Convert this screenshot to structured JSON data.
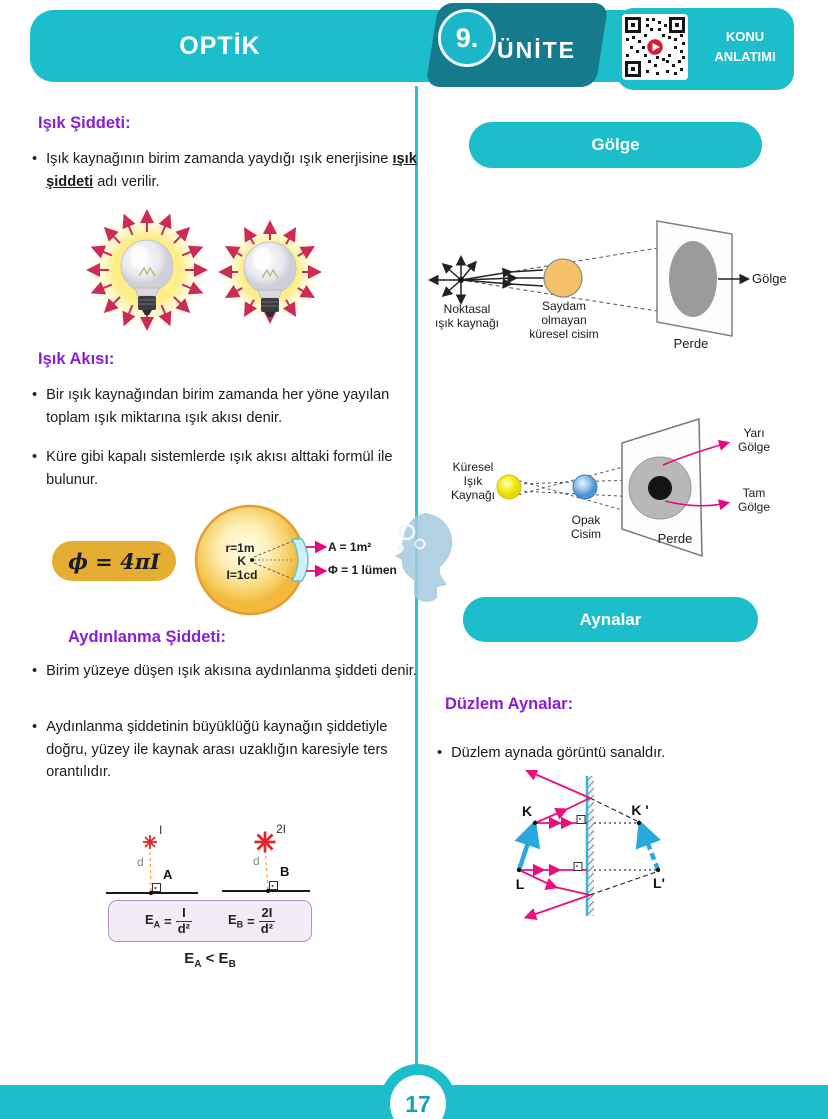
{
  "header": {
    "title": "OPTİK",
    "unit_number": "9.",
    "unit_word": "ÜNİTE",
    "qr_caption": "KONU\nANLATIMI"
  },
  "left": {
    "intensity": {
      "heading": "Işık Şiddeti:",
      "b1_pre": "Işık kaynağının birim zamanda yaydığı ışık enerjisine ",
      "b1_term": "ışık şiddeti",
      "b1_post": " adı verilir."
    },
    "flux": {
      "heading": "Işık Akısı:",
      "b1": "Bir ışık kaynağından birim zamanda her yöne yayılan toplam ışık miktarına ışık akısı denir.",
      "b2": "Küre gibi kapalı sistemlerde ışık akısı alttaki formül ile bulunur.",
      "formula": "ϕ = 4πI"
    },
    "sphere": {
      "r": "r=1m",
      "k": "K",
      "i": "I=1cd",
      "area": "A = 1m²",
      "lumen": "Φ = 1 lümen"
    },
    "illum": {
      "heading": "Aydınlanma Şiddeti:",
      "b1": "Birim yüzeye düşen ışık akısına aydınlanma şiddeti denir.",
      "b2": "Aydınlanma şiddetinin büyüklüğü kaynağın şiddetiyle doğru, yüzey ile kaynak arası uzaklığın karesiyle ters orantılıdır."
    },
    "exp": {
      "i1": "I",
      "i2": "2I",
      "d1": "d",
      "d2": "d",
      "a": "A",
      "b": "B",
      "ea_sym": "E",
      "ea_sub": "A",
      "eq1": "=",
      "ea_num": "I",
      "ea_den": "d²",
      "eb_sym": "E",
      "eb_sub": "B",
      "eq2": "=",
      "eb_num": "2I",
      "eb_den": "d²",
      "cmp_l_sym": "E",
      "cmp_l_sub": "A",
      "cmp_op": "<",
      "cmp_r_sym": "E",
      "cmp_r_sub": "B"
    }
  },
  "right": {
    "shadow_pill": "Gölge",
    "s1": {
      "source": "Noktasal\nışık kaynağı",
      "object": "Saydam\nolmayan\nküresel cisim",
      "screen": "Perde",
      "shadow": "Gölge"
    },
    "s2": {
      "source": "Küresel\nIşık\nKaynağı",
      "object": "Opak\nCisim",
      "screen": "Perde",
      "penumbra": "Yarı\nGölge",
      "umbra": "Tam\nGölge"
    },
    "mirror_pill": "Aynalar",
    "plane": {
      "heading": "Düzlem Aynalar:",
      "b1": "Düzlem aynada görüntü sanaldır."
    },
    "m": {
      "k": "K",
      "kp": "K '",
      "l": "L",
      "lp": "L'"
    }
  },
  "footer": {
    "page_number": "17"
  },
  "colors": {
    "teal": "#1dbecb",
    "dark_teal": "#157a8b",
    "purple": "#8a1ed8",
    "magenta": "#e50c7e",
    "gold": "#e6ad33",
    "blue_arrow": "#29a8e0",
    "ray_red": "#cc2b55"
  }
}
